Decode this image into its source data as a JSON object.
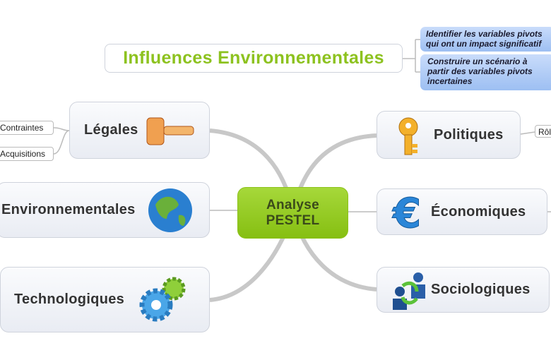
{
  "center": {
    "line1": "Analyse",
    "line2": "PESTEL"
  },
  "title_topic": "Influences Environnementales",
  "notes": [
    "Identifier les variables pivots qui ont un impact significatif",
    "Construire un scénario à partir des variables pivots incertaines"
  ],
  "note_lines": [
    [
      "Identifier les variables pivots",
      "qui ont un impact significatif"
    ],
    [
      "Construire un scénario à",
      "partir des variables pivots",
      "incertaines"
    ]
  ],
  "branches": {
    "legales": "Légales",
    "environnementales": "Environnementales",
    "technologiques": "Technologiques",
    "politiques": "Politiques",
    "economiques": "Économiques",
    "sociologiques": "Sociologiques"
  },
  "legales_children": [
    "Contraintes",
    "Acquisitions"
  ],
  "politiques_children": [
    "Rôles"
  ],
  "colors": {
    "center": "#8cc21a",
    "title": "#8dc21f",
    "note": "#a9c7f5"
  }
}
